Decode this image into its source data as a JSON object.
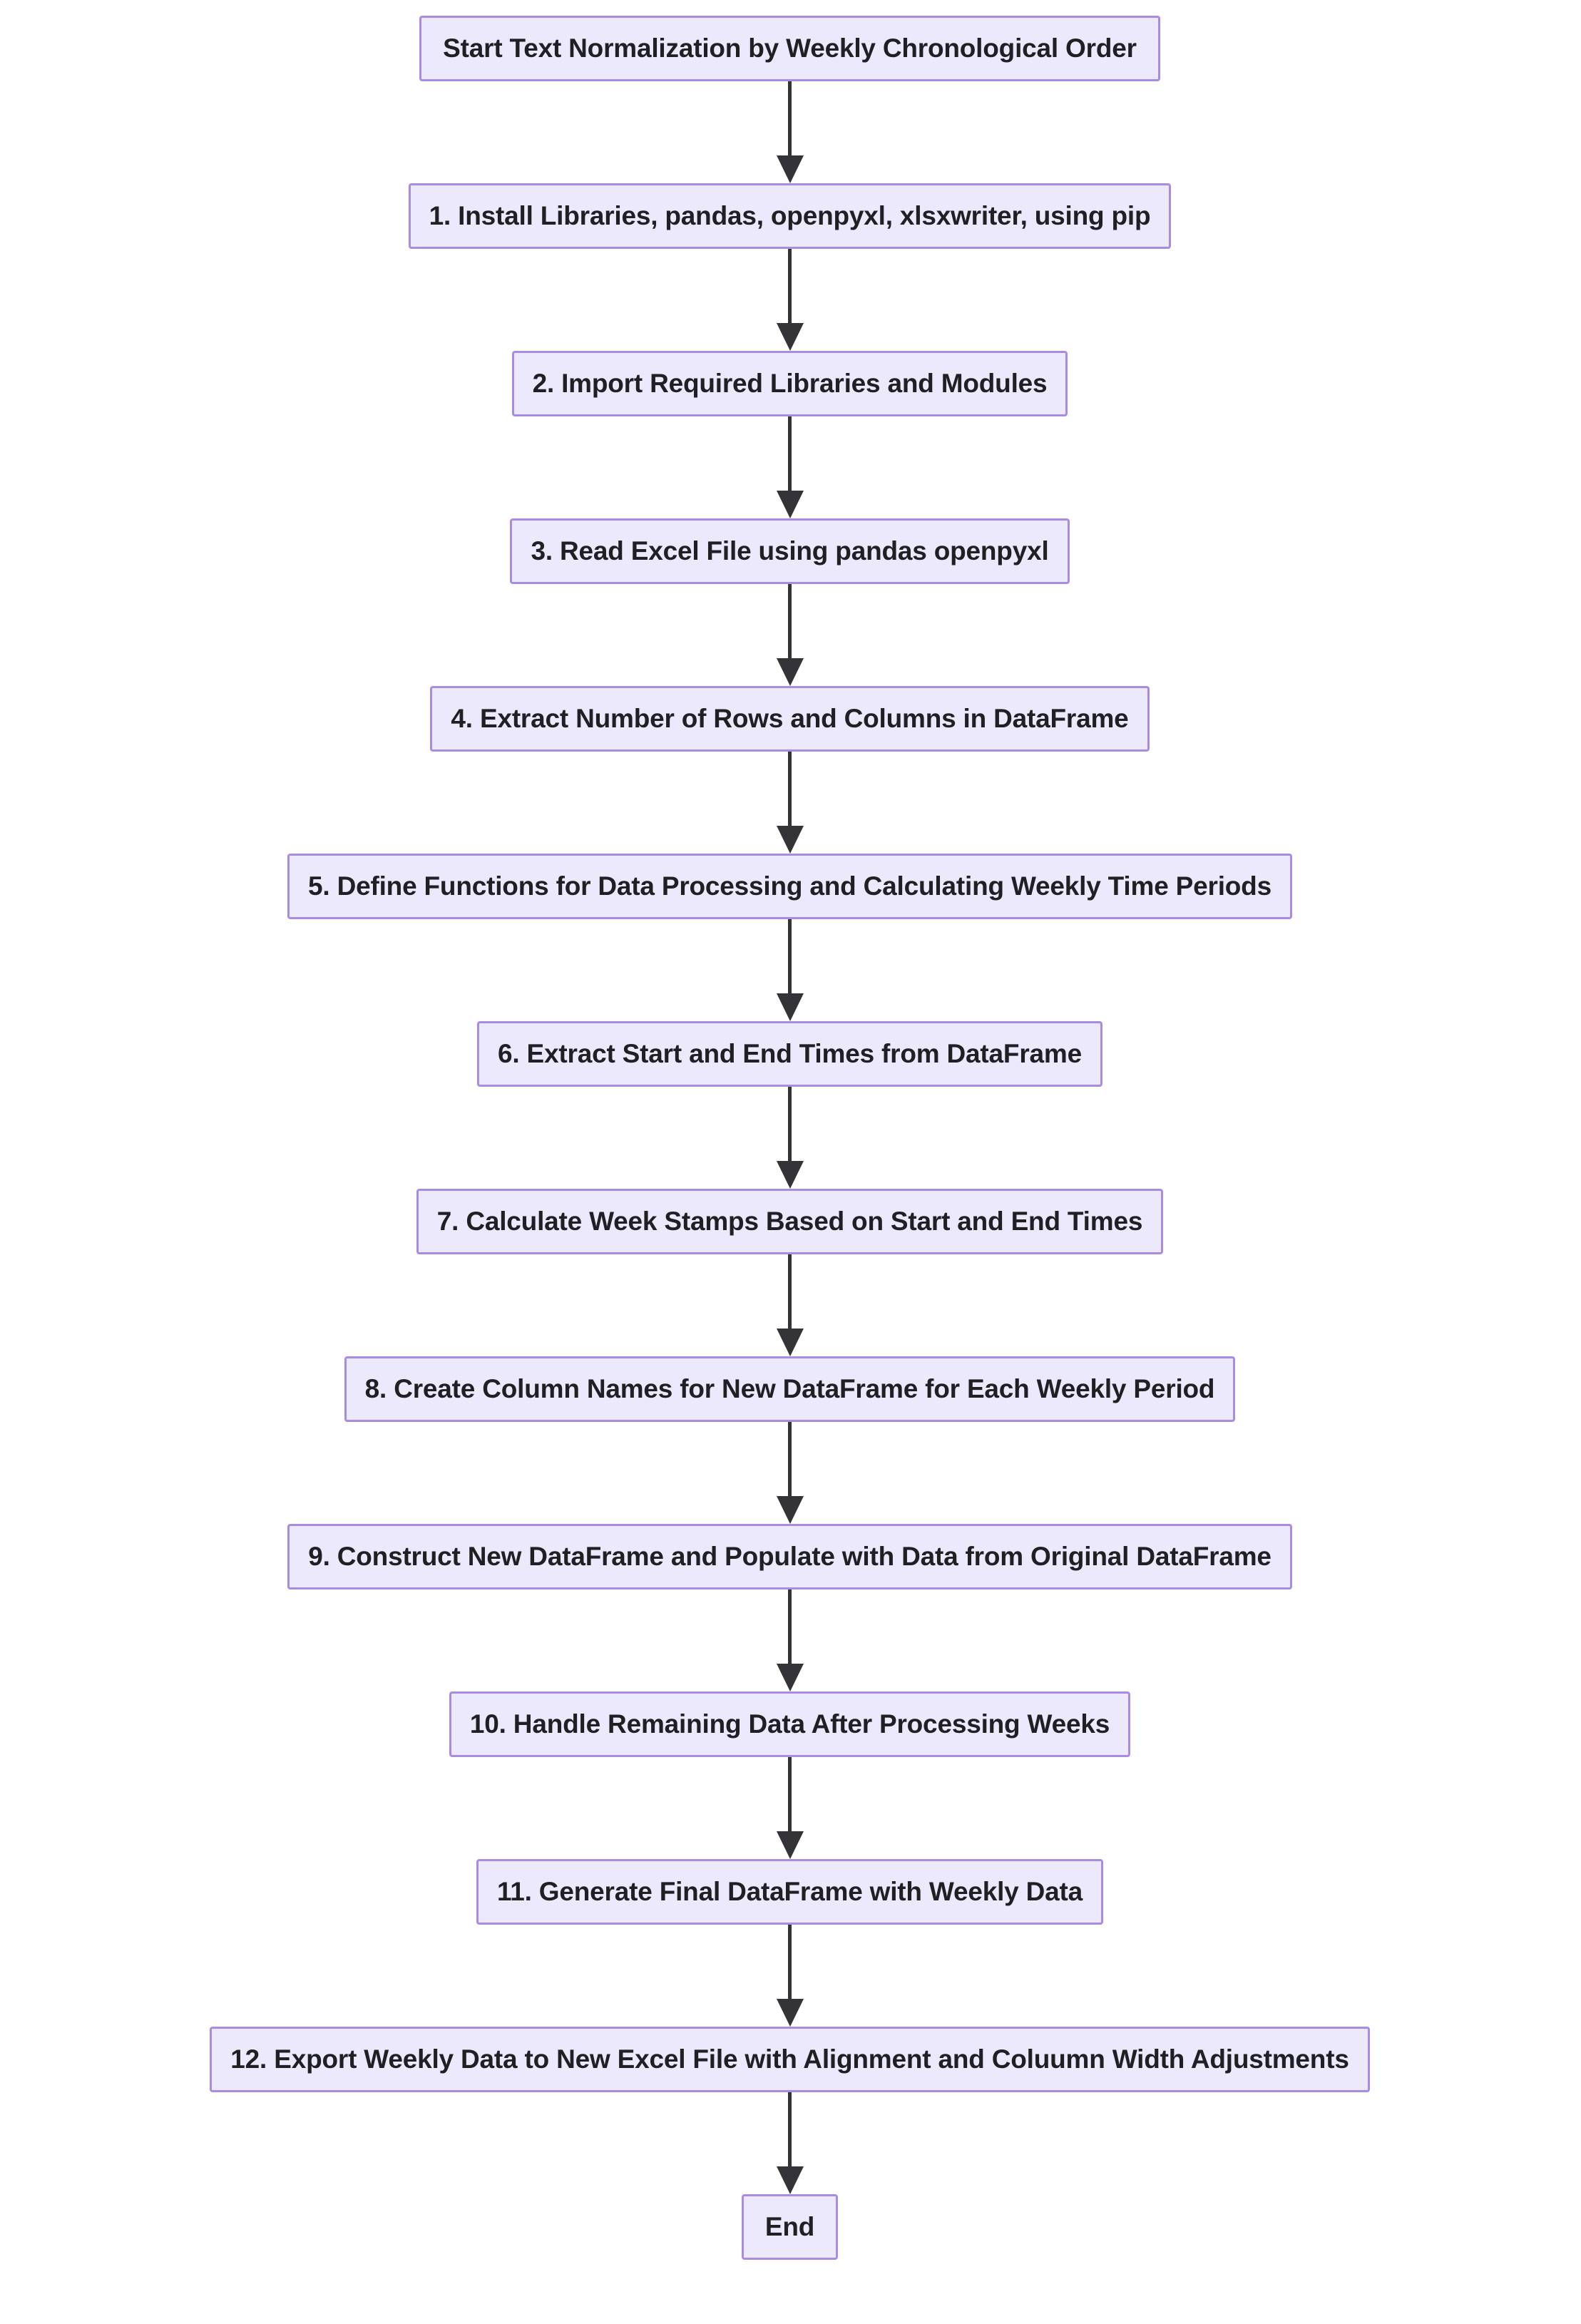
{
  "diagram": {
    "type": "flowchart",
    "direction": "top-to-bottom",
    "title_node": "Start Text Normalization by Weekly Chronological Order",
    "colors": {
      "node_fill": "#ece9fc",
      "node_border": "#aa8be4",
      "node_text": "#1f2023",
      "connector": "#333338",
      "background": "#ffffff"
    },
    "nodes": [
      {
        "id": "start",
        "label": "Start Text Normalization by Weekly Chronological Order",
        "shape": "rect",
        "role": "start"
      },
      {
        "id": "s1",
        "label": "1. Install Libraries, pandas, openpyxl, xlsxwriter, using pip",
        "shape": "rect",
        "role": "process"
      },
      {
        "id": "s2",
        "label": "2. Import Required Libraries and Modules",
        "shape": "rect",
        "role": "process"
      },
      {
        "id": "s3",
        "label": "3. Read Excel File using pandas openpyxl",
        "shape": "rect",
        "role": "process"
      },
      {
        "id": "s4",
        "label": "4. Extract Number of Rows and Columns in DataFrame",
        "shape": "rect",
        "role": "process"
      },
      {
        "id": "s5",
        "label": "5. Define Functions for Data Processing and Calculating Weekly Time Periods",
        "shape": "rect",
        "role": "process"
      },
      {
        "id": "s6",
        "label": "6. Extract Start and End Times from DataFrame",
        "shape": "rect",
        "role": "process"
      },
      {
        "id": "s7",
        "label": "7. Calculate Week Stamps Based on Start and End Times",
        "shape": "rect",
        "role": "process"
      },
      {
        "id": "s8",
        "label": "8. Create Column Names for New DataFrame for Each Weekly Period",
        "shape": "rect",
        "role": "process"
      },
      {
        "id": "s9",
        "label": "9. Construct New DataFrame and Populate with Data from Original DataFrame",
        "shape": "rect",
        "role": "process"
      },
      {
        "id": "s10",
        "label": "10. Handle Remaining Data After Processing Weeks",
        "shape": "rect",
        "role": "process"
      },
      {
        "id": "s11",
        "label": "11. Generate Final DataFrame with Weekly Data",
        "shape": "rect",
        "role": "process"
      },
      {
        "id": "s12",
        "label": "12. Export Weekly Data to New Excel File with Alignment and Coluumn Width Adjustments",
        "shape": "rect",
        "role": "process"
      },
      {
        "id": "end",
        "label": "End",
        "shape": "rect",
        "role": "end"
      }
    ],
    "edges": [
      {
        "from": "start",
        "to": "s1",
        "label": ""
      },
      {
        "from": "s1",
        "to": "s2",
        "label": ""
      },
      {
        "from": "s2",
        "to": "s3",
        "label": ""
      },
      {
        "from": "s3",
        "to": "s4",
        "label": ""
      },
      {
        "from": "s4",
        "to": "s5",
        "label": ""
      },
      {
        "from": "s5",
        "to": "s6",
        "label": ""
      },
      {
        "from": "s6",
        "to": "s7",
        "label": ""
      },
      {
        "from": "s7",
        "to": "s8",
        "label": ""
      },
      {
        "from": "s8",
        "to": "s9",
        "label": ""
      },
      {
        "from": "s9",
        "to": "s10",
        "label": ""
      },
      {
        "from": "s10",
        "to": "s11",
        "label": ""
      },
      {
        "from": "s11",
        "to": "s12",
        "label": ""
      },
      {
        "from": "s12",
        "to": "end",
        "label": ""
      }
    ]
  }
}
